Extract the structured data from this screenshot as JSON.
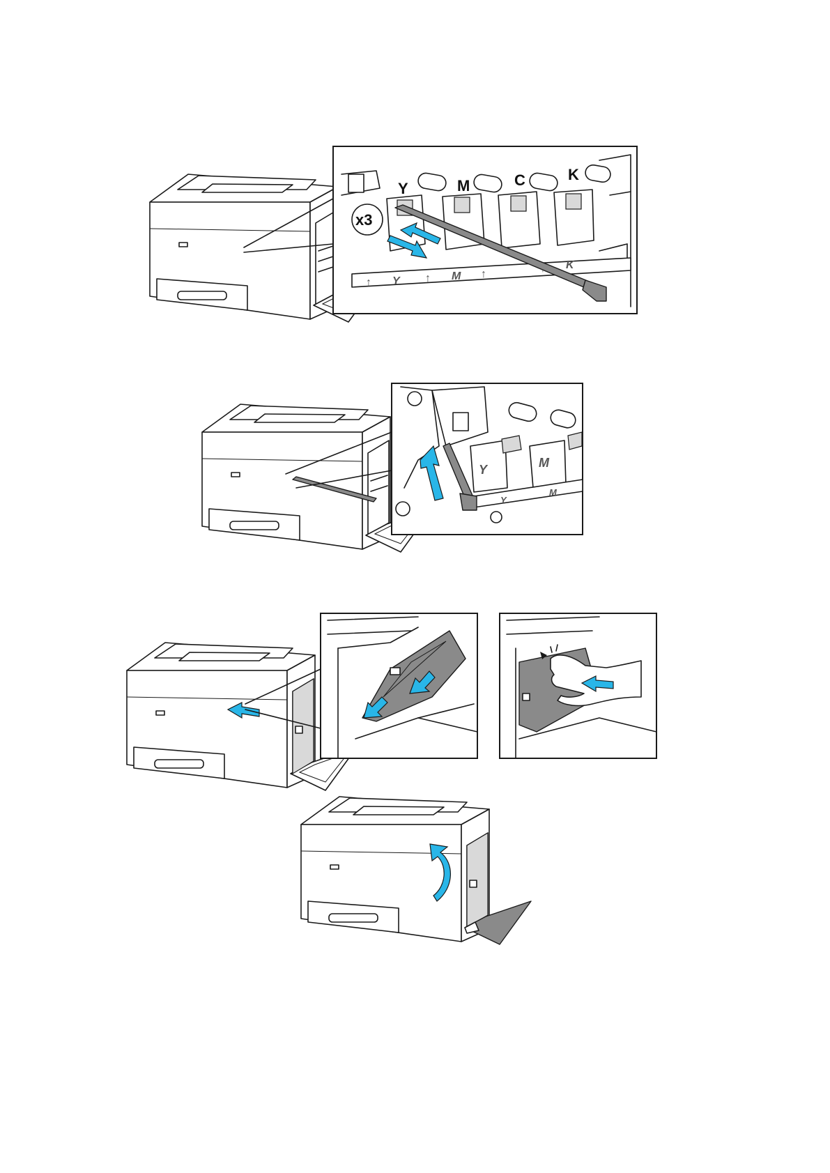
{
  "colors": {
    "arrow": "#29b6e8",
    "line": "#1a1a1a",
    "gray_part": "#8a8a8a",
    "background": "#ffffff"
  },
  "step1": {
    "detail_labels": [
      "Y",
      "M",
      "C",
      "K"
    ],
    "repeat_badge": "x3",
    "tray_labels": [
      "Y",
      "M",
      "K"
    ]
  },
  "step2": {
    "detail_labels": [
      "Y",
      "M"
    ],
    "tray_labels": [
      "Y",
      "M"
    ]
  },
  "icons": [
    "printer-icon",
    "cleaning-rod-icon",
    "waste-toner-container-icon",
    "hand-icon",
    "push-arrow-icon",
    "close-door-arrow-icon"
  ]
}
